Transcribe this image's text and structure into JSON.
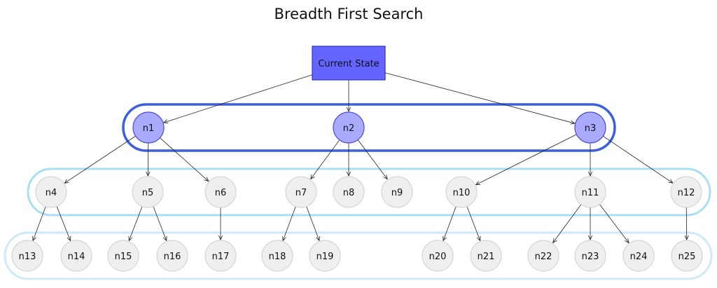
{
  "title": "Breadth First Search",
  "root": {
    "label": "Current State"
  },
  "levels": [
    {
      "nodes": [
        "n1",
        "n2",
        "n3"
      ]
    },
    {
      "nodes": [
        "n4",
        "n5",
        "n6",
        "n7",
        "n8",
        "n9",
        "n10",
        "n11",
        "n12"
      ]
    },
    {
      "nodes": [
        "n13",
        "n14",
        "n15",
        "n16",
        "n17",
        "n18",
        "n19",
        "n20",
        "n21",
        "n22",
        "n23",
        "n24",
        "n25"
      ]
    }
  ],
  "edges": [
    [
      "Current State",
      "n1"
    ],
    [
      "Current State",
      "n2"
    ],
    [
      "Current State",
      "n3"
    ],
    [
      "n1",
      "n4"
    ],
    [
      "n1",
      "n5"
    ],
    [
      "n1",
      "n6"
    ],
    [
      "n2",
      "n7"
    ],
    [
      "n2",
      "n8"
    ],
    [
      "n2",
      "n9"
    ],
    [
      "n3",
      "n10"
    ],
    [
      "n3",
      "n11"
    ],
    [
      "n3",
      "n12"
    ],
    [
      "n4",
      "n13"
    ],
    [
      "n4",
      "n14"
    ],
    [
      "n5",
      "n15"
    ],
    [
      "n5",
      "n16"
    ],
    [
      "n6",
      "n17"
    ],
    [
      "n7",
      "n18"
    ],
    [
      "n7",
      "n19"
    ],
    [
      "n10",
      "n20"
    ],
    [
      "n10",
      "n21"
    ],
    [
      "n11",
      "n22"
    ],
    [
      "n11",
      "n23"
    ],
    [
      "n11",
      "n24"
    ],
    [
      "n12",
      "n25"
    ]
  ],
  "colors": {
    "root_fill": "#6464ff",
    "root_stroke": "#2e2ed6",
    "level1_fill": "#aaaaff",
    "level1_stroke": "#4d4dd6",
    "other_fill": "#efefef",
    "other_stroke": "#d6d6d6",
    "group1_stroke": "#3a5fe0",
    "group2_stroke": "#a8dff2",
    "group3_stroke": "#cdeaf6"
  }
}
